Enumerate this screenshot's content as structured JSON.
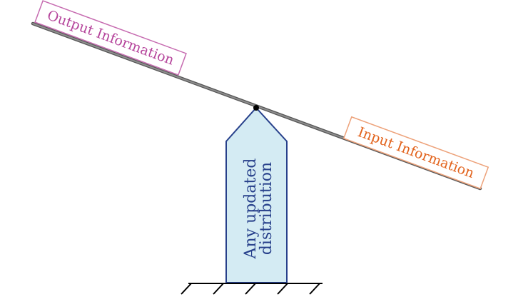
{
  "diagram": {
    "output_label": "Output Information",
    "input_label": "Input Information",
    "fulcrum_label_line1": "Any updated",
    "fulcrum_label_line2": "distribution"
  },
  "colors": {
    "output": "#b5449b",
    "output_border": "#c66bb0",
    "input": "#e2621b",
    "input_border": "#eda27a",
    "fulcrum_fill": "#d4ebf3",
    "fulcrum_stroke": "#27408b",
    "fulcrum_text": "#27408b",
    "beam": "#7a7a7a",
    "pivot": "#000000",
    "ground": "#000000"
  }
}
